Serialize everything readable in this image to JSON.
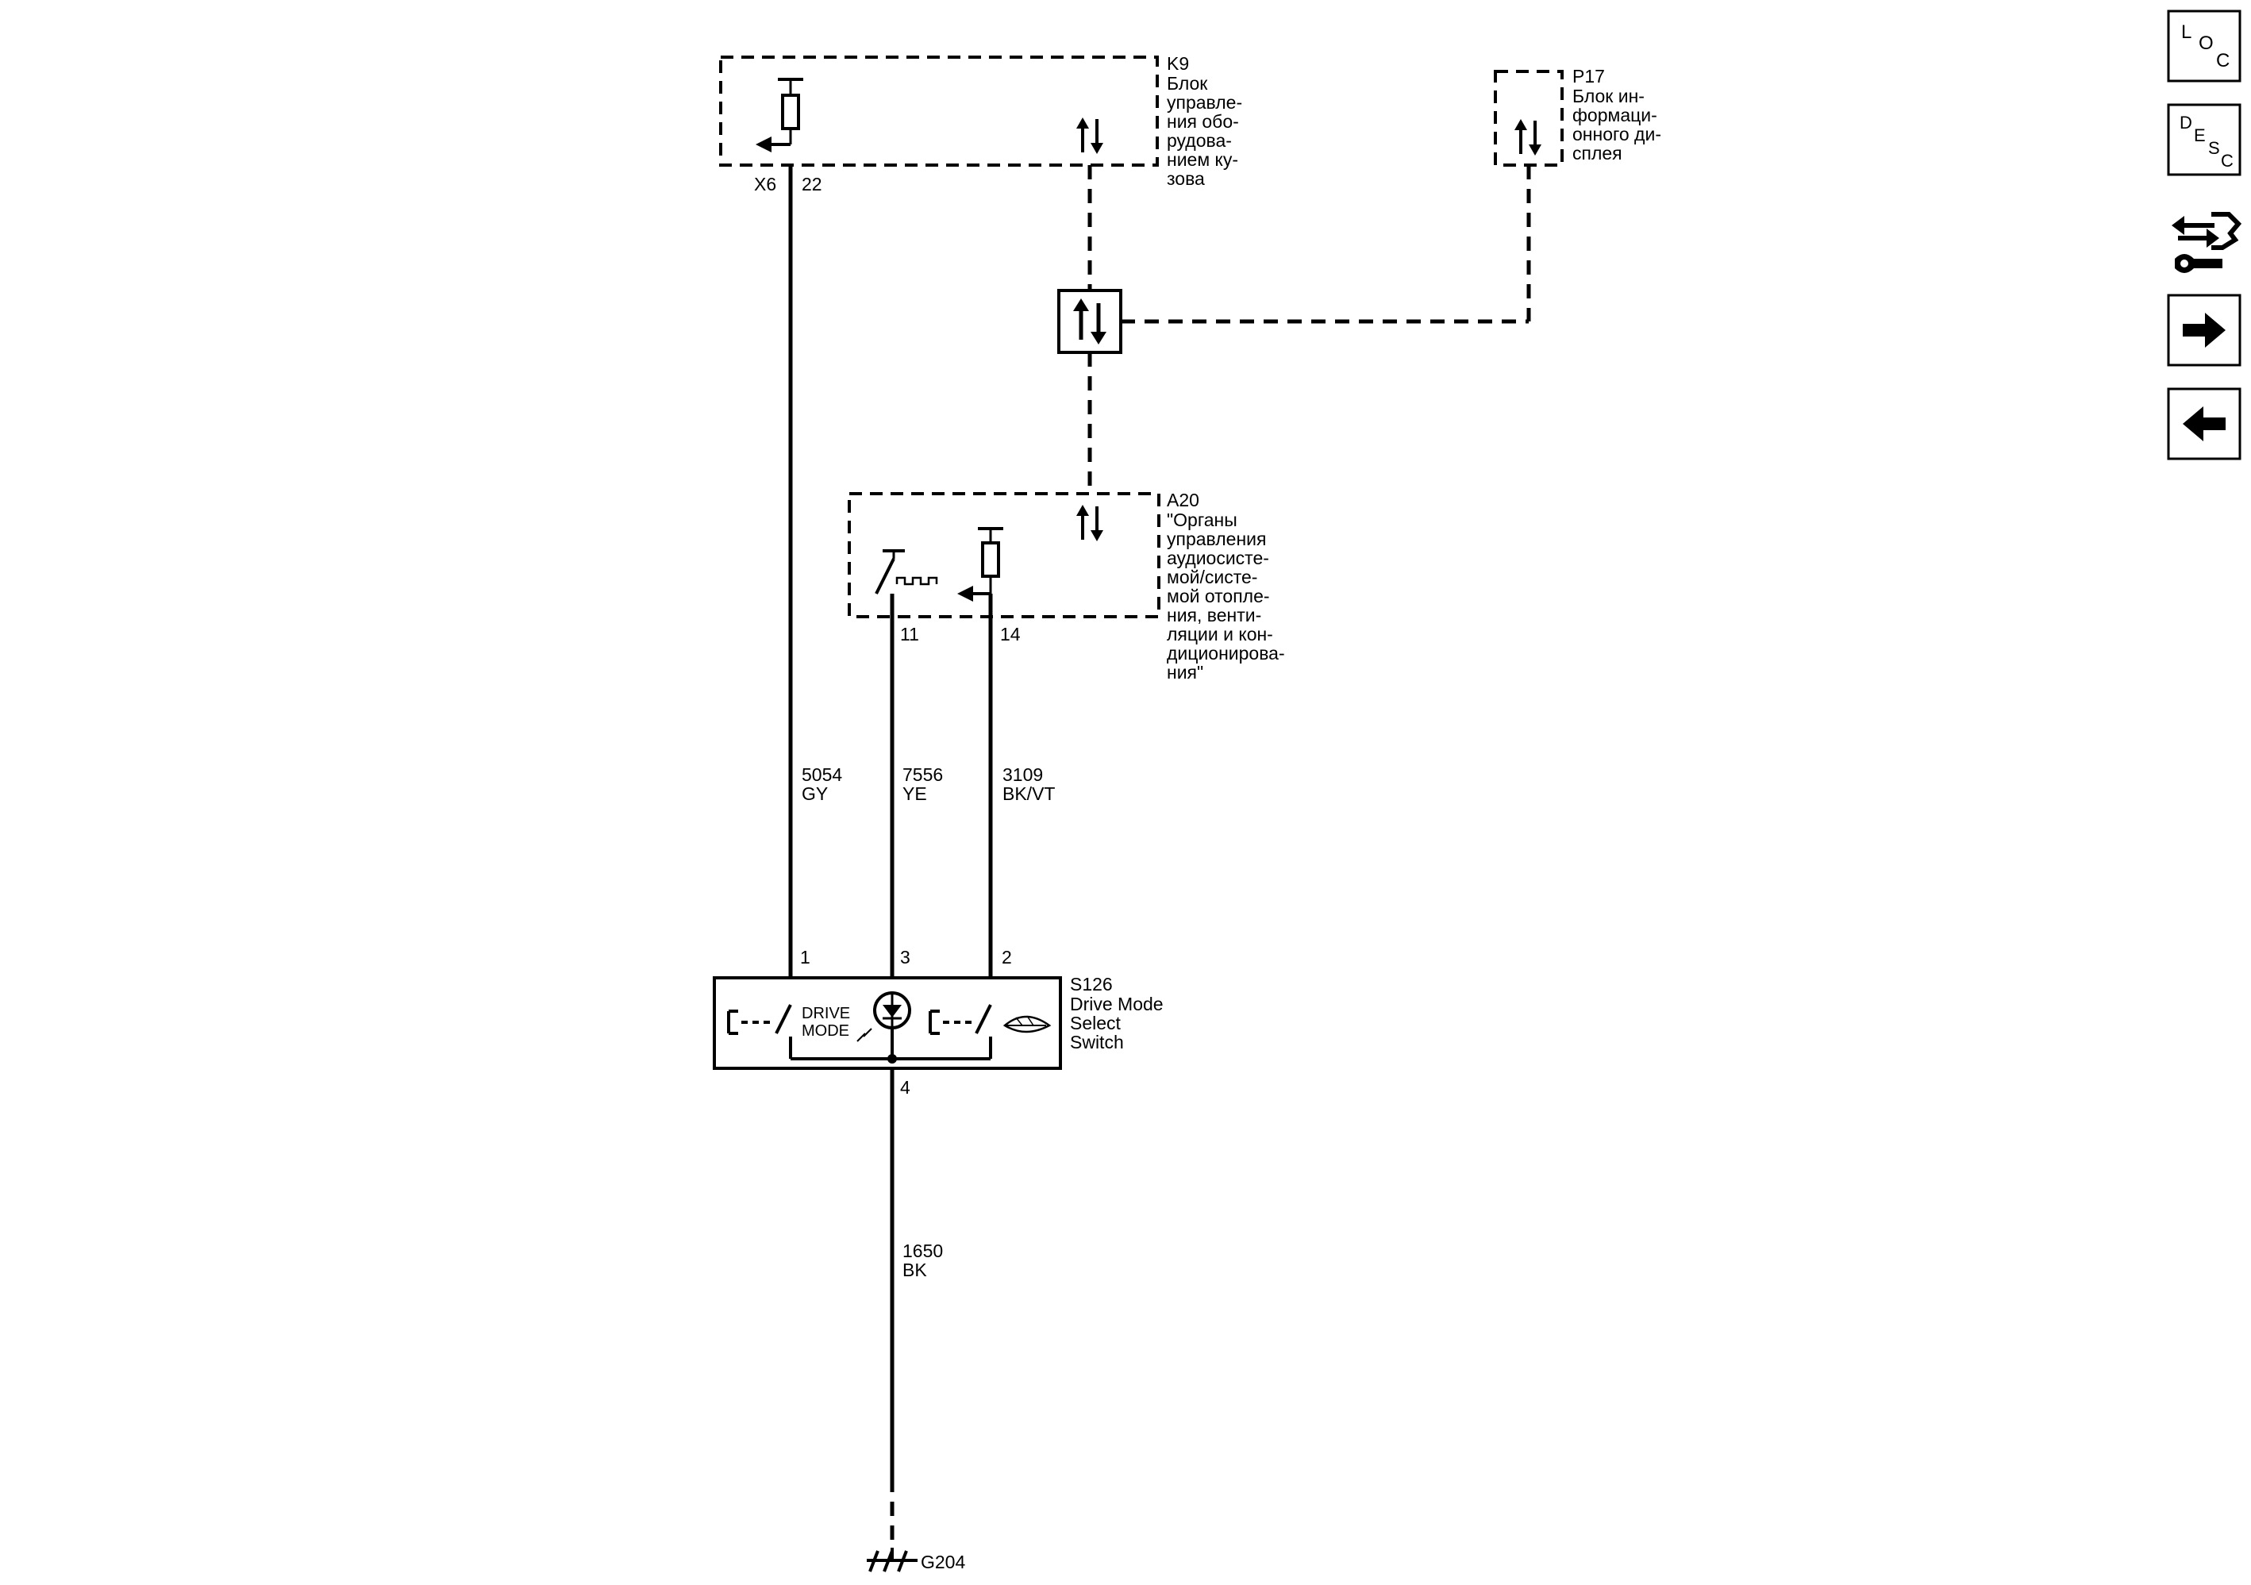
{
  "modules": {
    "k9": {
      "id": "K9",
      "name_lines": [
        "Блок",
        "управле-",
        "ния обо-",
        "рудова-",
        "нием ку-",
        "зова"
      ],
      "connector": "X6",
      "pin": "22"
    },
    "p17": {
      "id": "P17",
      "name_lines": [
        "Блок ин-",
        "формаци-",
        "онного ди-",
        "сплея"
      ]
    },
    "a20": {
      "id": "A20",
      "name_lines": [
        "\"Органы",
        "управления",
        "аудиосисте-",
        "мой/систе-",
        "мой отопле-",
        "ния, венти-",
        "ляции и кон-",
        "диционирова-",
        "ния\""
      ],
      "pin_left": "11",
      "pin_right": "14"
    },
    "s126": {
      "id": "S126",
      "name_lines": [
        "Drive Mode",
        "Select",
        "Switch"
      ],
      "pins": [
        "1",
        "3",
        "2",
        "4"
      ],
      "inner_label_lines": [
        "DRIVE",
        "MODE"
      ]
    }
  },
  "wires": [
    {
      "circuit": "5054",
      "color": "GY"
    },
    {
      "circuit": "7556",
      "color": "YE"
    },
    {
      "circuit": "3109",
      "color": "BK/VT"
    },
    {
      "circuit": "1650",
      "color": "BK"
    }
  ],
  "ground": {
    "id": "G204"
  },
  "sidebar": {
    "loc": {
      "letters": [
        "L",
        "O",
        "C"
      ]
    },
    "desc": {
      "letters": [
        "D",
        "E",
        "S",
        "C"
      ]
    },
    "icons": [
      "connector-view-icon",
      "next-arrow-icon",
      "previous-arrow-icon"
    ]
  }
}
